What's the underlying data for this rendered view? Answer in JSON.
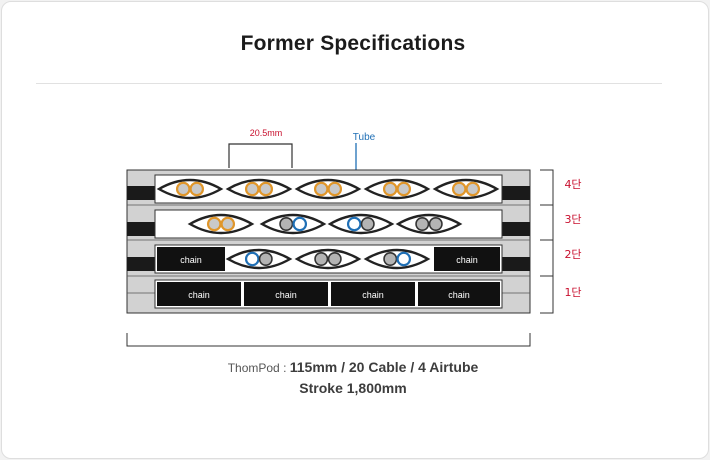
{
  "header": {
    "title": "Former Specifications"
  },
  "diagram": {
    "dimension_label": "20.5mm",
    "tube_label": "Tube",
    "tier_labels": [
      "4단",
      "3단",
      "2단",
      "1단"
    ],
    "chain_label": "chain",
    "colors": {
      "frame": "#222222",
      "shelf": "#d2d2d2",
      "orange_tube": "#e0962a",
      "blue_tube": "#1f6fb5",
      "grey_tube": "#b4b4b4",
      "tier_label": "#c8102e",
      "tube_callout": "#1f6fb5",
      "dimension": "#c8102e"
    }
  },
  "caption": {
    "lead": "ThomPod : ",
    "spec": "115mm / 20 Cable / 4 Airtube",
    "stroke": "Stroke 1,800mm"
  }
}
